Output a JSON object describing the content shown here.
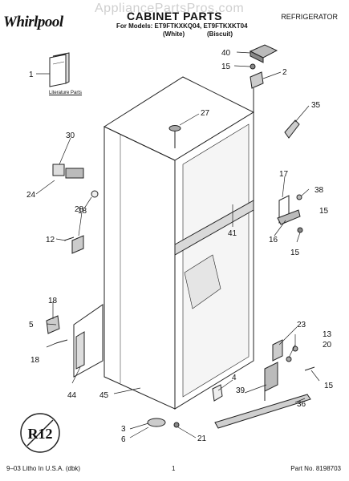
{
  "header": {
    "brand": "Whirlpool",
    "watermark": "AppliancePartsPros.com",
    "title": "CABINET PARTS",
    "category": "REFRIGERATOR",
    "models_line": "For Models: ET9FTKXKQ04, ET9FTKXKT04",
    "variant_white": "(White)",
    "variant_biscuit": "(Biscuit)"
  },
  "literature_label": "Literature Parts",
  "callouts": [
    "1",
    "40",
    "15",
    "2",
    "27",
    "35",
    "30",
    "24",
    "28",
    "17",
    "38",
    "15",
    "18",
    "12",
    "16",
    "15",
    "41",
    "18",
    "5",
    "18",
    "44",
    "45",
    "23",
    "13",
    "20",
    "15",
    "4",
    "39",
    "36",
    "3",
    "6",
    "21"
  ],
  "stamp": "R12",
  "footer": {
    "left": "9–03 Litho In U.S.A. (dbk)",
    "page": "1",
    "part_no": "Part No. 8198703"
  }
}
